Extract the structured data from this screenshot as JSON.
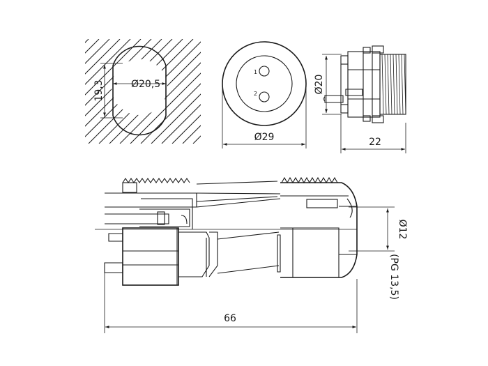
{
  "views": {
    "panel_cutout": {
      "hole_diameter_label": "Ø20,5",
      "flat_width_label": "19,3"
    },
    "front_face": {
      "outer_diameter_label": "Ø29",
      "pin_1_label": "1",
      "pin_2_label": "2"
    },
    "side_view": {
      "thread_diameter_label": "Ø20",
      "depth_label": "22"
    },
    "assembly": {
      "cable_diameter_label": "Ø12",
      "gland_label": "(PG 13,5)",
      "overall_length_label": "66"
    }
  }
}
